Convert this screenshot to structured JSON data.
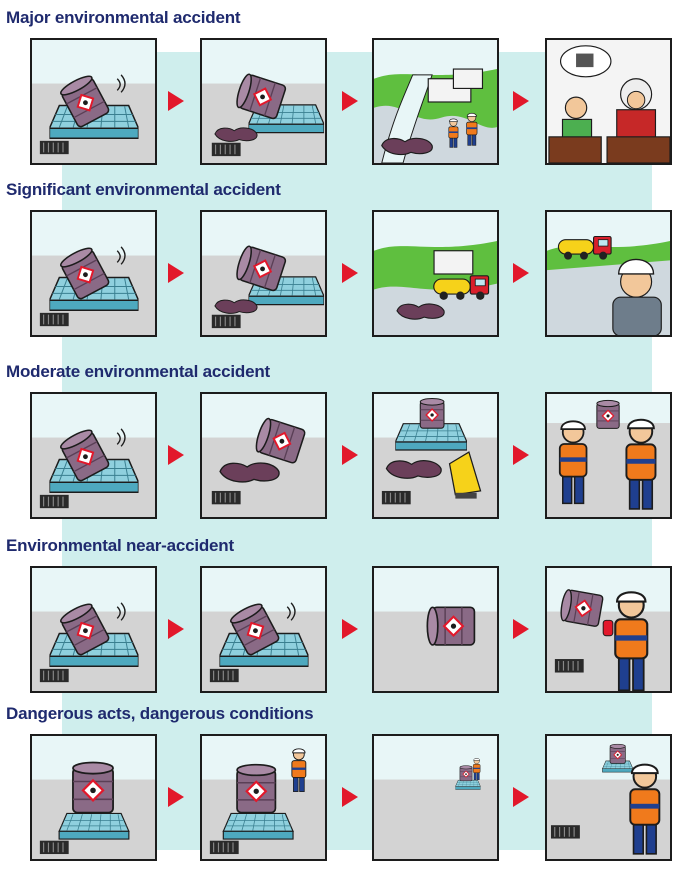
{
  "page": {
    "colors": {
      "title": "#1f2a6e",
      "arrow": "#e2182b",
      "backdrop": "#cfeeed",
      "barrel": "#8a6a86",
      "spill": "#6b3f5a",
      "tray": "#79c4d6",
      "sky": "#e8f6f7",
      "grass": "#5fbf3f"
    }
  },
  "rows": [
    {
      "title": "Major environmental accident",
      "panels": [
        "barrel-tipping-in-tray",
        "barrel-spilling",
        "spill-reaching-river",
        "court-hearing"
      ]
    },
    {
      "title": "Significant environmental accident",
      "panels": [
        "barrel-tipping-in-tray",
        "barrel-spilling",
        "spill-cleanup-truck",
        "supervisor-watching-truck"
      ]
    },
    {
      "title": "Moderate environmental accident",
      "panels": [
        "barrel-tipping-in-tray",
        "barrel-spilling-on-floor",
        "spill-cleanup-kit",
        "workers-discussing"
      ]
    },
    {
      "title": "Environmental near-accident",
      "panels": [
        "barrel-tipping-in-tray",
        "barrel-tipping-in-tray",
        "barrel-rolling",
        "worker-reporting-on-phone"
      ]
    },
    {
      "title": "Dangerous acts, dangerous conditions",
      "panels": [
        "barrel-on-pallet",
        "worker-near-barrel",
        "worker-far-away",
        "supervisor-noticing"
      ]
    }
  ]
}
